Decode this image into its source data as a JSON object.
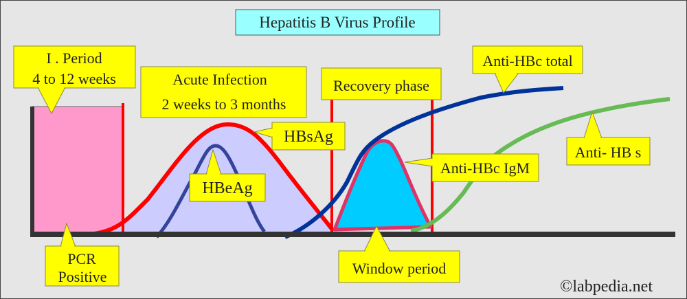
{
  "title": "Hepatitis B Virus Profile",
  "labels": {
    "incubation_line1": "I . Period",
    "incubation_line2": "4 to 12 weeks",
    "acute_line1": "Acute Infection",
    "acute_line2": "2 weeks to 3 months",
    "recovery": "Recovery phase",
    "hbsag": "HBsAg",
    "hbeag": "HBeAg",
    "anti_hbc_total": "Anti-HBc total",
    "anti_hbc_igm": "Anti-HBc IgM",
    "anti_hbs": "Anti- HB s",
    "pcr_line1": "PCR",
    "pcr_line2": "Positive",
    "window": "Window period"
  },
  "watermark": "©labpedia.net",
  "colors": {
    "background": "#e6e6e6",
    "title_box": "#99ffff",
    "label_box": "#ffff00",
    "incubation": "#ff99cc",
    "hbsag_fill": "#ccccff",
    "hbsag_line": "#ff0000",
    "hbeag_line": "#334499",
    "anti_hbc_total": "#003399",
    "anti_hbc_igm_fill": "#00ccff",
    "anti_hbc_igm_line": "#dd3366",
    "anti_hbs": "#66bb55",
    "phase_lines": "#ff0000"
  }
}
